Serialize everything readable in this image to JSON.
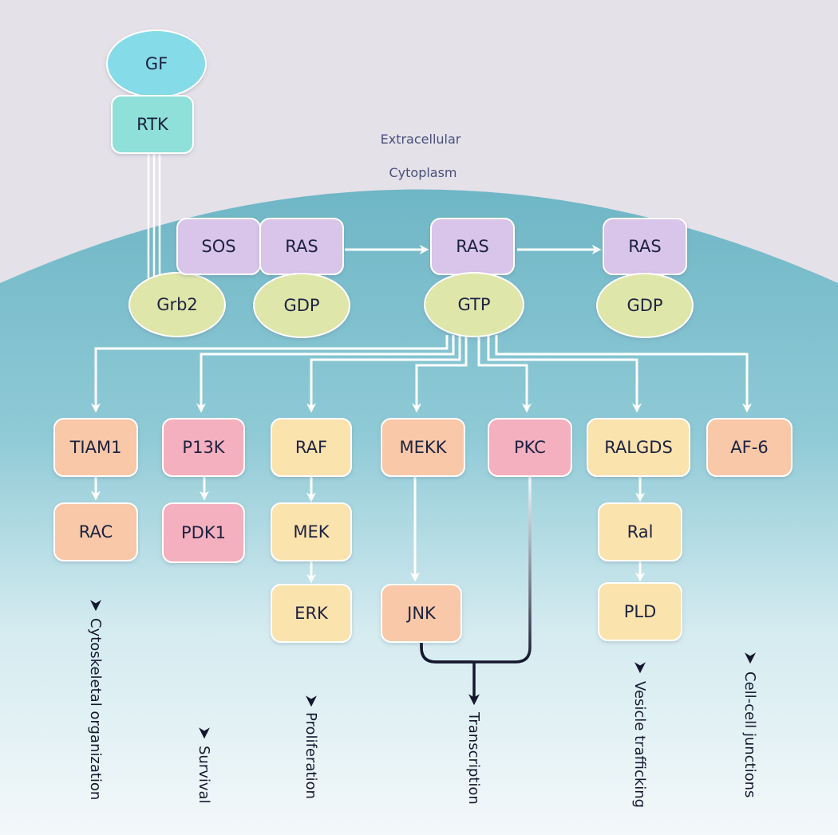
{
  "regions": {
    "extracellular": "Extracellular",
    "cytoplasm": "Cytoplasm"
  },
  "nodes": {
    "gf": "GF",
    "rtk": "RTK",
    "grb2": "Grb2",
    "sos": "SOS",
    "ras_1": "RAS",
    "gdp_1": "GDP",
    "ras_2": "RAS",
    "gtp": "GTP",
    "ras_3": "RAS",
    "gdp_2": "GDP",
    "tiam1": "TIAM1",
    "rac": "RAC",
    "p13k": "P13K",
    "pdk1": "PDK1",
    "raf": "RAF",
    "mek": "MEK",
    "erk": "ERK",
    "mekk": "MEKK",
    "jnk": "JNK",
    "pkc": "PKC",
    "ralgds": "RALGDS",
    "ral": "Ral",
    "pld": "PLD",
    "af6": "AF-6"
  },
  "outcomes": {
    "cytoskeletal": "Cytoskeletal organization",
    "survival": "Survival",
    "proliferation": "Proliferation",
    "transcription": "Transcription",
    "vesicle": "Vesicle trafficking",
    "junctions": "Cell-cell junctions"
  },
  "colors": {
    "background": "#e4e1e9",
    "cytoplasm_top": "#6fb6c6",
    "cytoplasm_bottom": "#f3f8fa",
    "gf": "#86dbe8",
    "rtk": "#8ee0d8",
    "purple_box": "#d9c4ea",
    "green_oval": "#dfe6aa",
    "peach": "#f8c8a8",
    "pink": "#f4b0bf",
    "yellow": "#fbe3ae",
    "arrow_light": "#ffffff",
    "arrow_dark": "#14172e"
  }
}
